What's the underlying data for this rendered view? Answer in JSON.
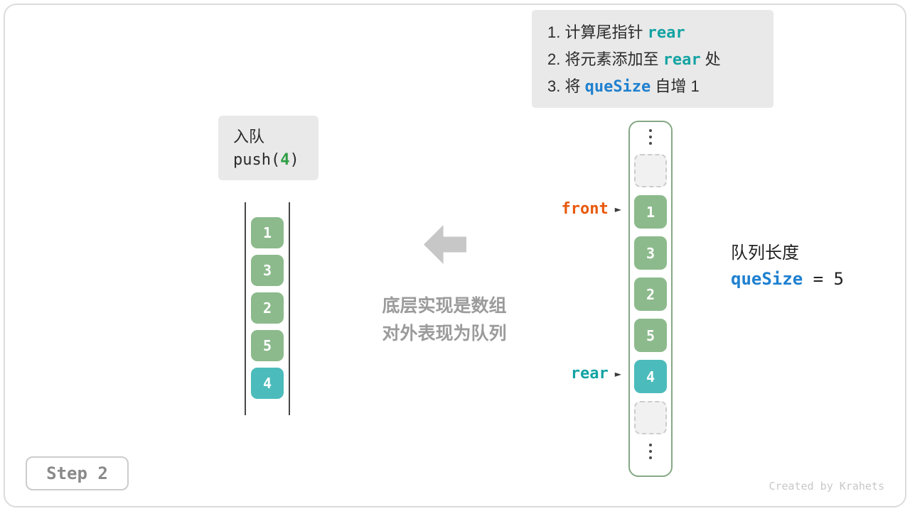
{
  "colors": {
    "green_cell": "#8cba8c",
    "teal_cell": "#4cbbbb",
    "front_label": "#e8590c",
    "rear_label": "#14a3a3",
    "code_teal": "#14a3a3",
    "code_blue": "#1e80d0",
    "push_arg_green": "#2f9e44",
    "box_gray": "#e9e9e9",
    "arrow_gray": "#c7c7c7"
  },
  "instructions": {
    "line1": {
      "pre": "1. 计算尾指针 ",
      "code": "rear"
    },
    "line2": {
      "pre": "2. 将元素添加至 ",
      "code": "rear",
      "post": " 处"
    },
    "line3": {
      "pre": "3. 将 ",
      "code": "queSize",
      "post": " 自增 1"
    }
  },
  "enqueue_box": {
    "title": "入队",
    "call_pre": "push(",
    "call_arg": "4",
    "call_post": ")"
  },
  "left_stack": {
    "cells": [
      "1",
      "3",
      "2",
      "5",
      "4"
    ]
  },
  "center_caption": {
    "line1": "底层实现是数组",
    "line2": "对外表现为队列"
  },
  "right_array": {
    "cells": [
      "1",
      "3",
      "2",
      "5",
      "4"
    ],
    "front_label": "front",
    "rear_label": "rear"
  },
  "queue_info": {
    "label": "队列长度",
    "var": "queSize",
    "rest": " = 5"
  },
  "icons": {
    "pointer_arrow": "►"
  },
  "step_badge": "Step 2",
  "credit": "Created by Krahets"
}
